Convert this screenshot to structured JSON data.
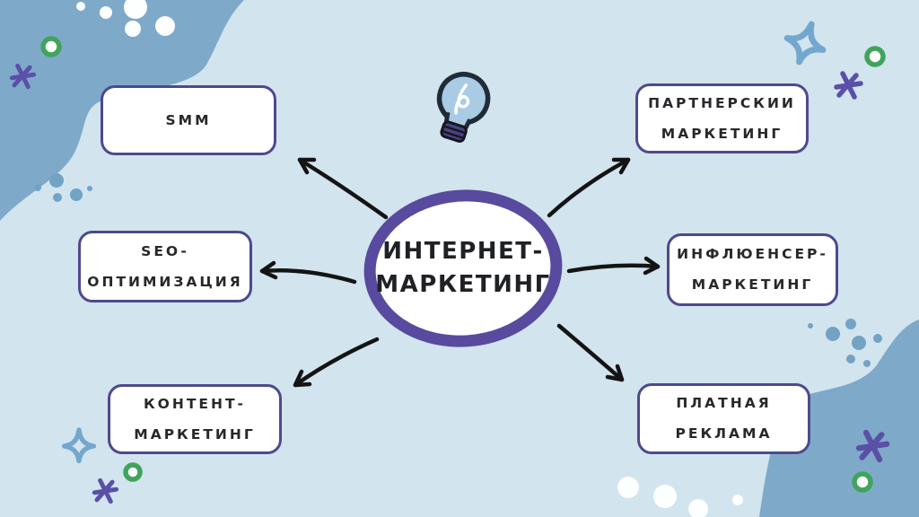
{
  "center": {
    "lines": [
      "ИНТЕРНЕТ-",
      "МАРКЕТИНГ"
    ]
  },
  "nodes": [
    {
      "id": "smm",
      "lines": [
        "SMM"
      ]
    },
    {
      "id": "seo",
      "lines": [
        "SEO-",
        "ОПТИМИЗАЦИЯ"
      ]
    },
    {
      "id": "content",
      "lines": [
        "КОНТЕНТ-",
        "МАРКЕТИНГ"
      ]
    },
    {
      "id": "affiliate",
      "lines": [
        "ПАРТНЕРСКИИ",
        "МАРКЕТИНГ"
      ]
    },
    {
      "id": "influencer",
      "lines": [
        "ИНФЛЮЕНСЕР-",
        "МАРКЕТИНГ"
      ]
    },
    {
      "id": "paid",
      "lines": [
        "ПЛАТНАЯ",
        "РЕКЛАМА"
      ]
    }
  ],
  "icons": {
    "lightbulb": "lightbulb-icon",
    "sparkle": "sparkle-icon",
    "asterisk": "asterisk-icon",
    "ring": "ring-icon"
  },
  "colors": {
    "background": "#d2e4ee",
    "blob_blue": "#7fa9c9",
    "dot_blue": "#74a2c4",
    "box_border": "#4d4a8c",
    "ellipse_stroke": "#584a9e",
    "text": "#26282b",
    "arrow": "#141414",
    "green_ring": "#3fa45c",
    "purple_star": "#5a50a8",
    "sparkle_blue": "#74a7cf",
    "bulb_fill": "#a9cce4",
    "bulb_base": "#4a4383"
  }
}
